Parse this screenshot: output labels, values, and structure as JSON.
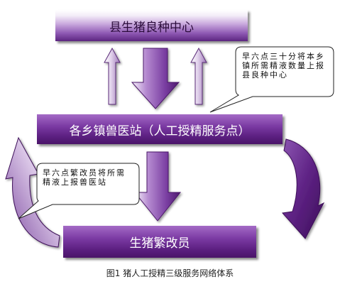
{
  "diagram": {
    "nodes": {
      "county_center": "县生猪良种中心",
      "township_station": "各乡镇兽医站（人工授精服务点）",
      "farmer": "生猪繁改员"
    },
    "callouts": {
      "right": "早六点三十分将本乡镇所需精液数量上报县良种中心",
      "left": "早六点繁改员将所需精液上报兽医站"
    },
    "caption": "图1 猪人工授精三级服务网络体系",
    "colors": {
      "purple_dark": "#4a1468",
      "purple_mid": "#7b3aa3",
      "purple_light": "#c9a9dd"
    }
  }
}
